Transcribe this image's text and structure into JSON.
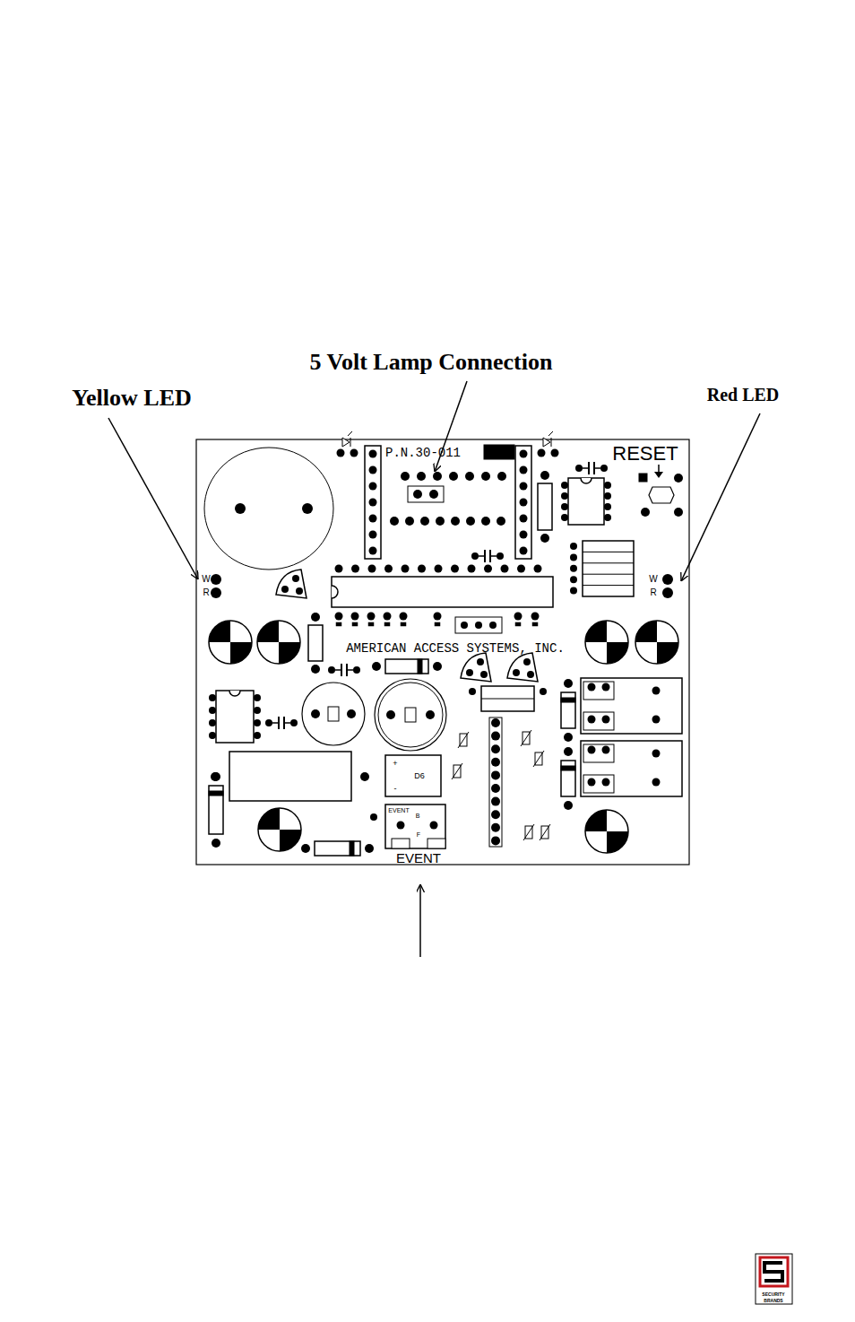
{
  "diagram": {
    "labels": [
      "5 Volt Lamp Connection",
      "Yellow LED",
      "Red LED",
      "P.N.30-011",
      "RESET",
      "W",
      "R",
      "W",
      "R",
      "AMERICAN ACCESS SYSTEMS, INC.",
      "+",
      "D6",
      "-",
      "EVENT",
      "B",
      "F",
      "EVENT",
      "SECURITY",
      "BRANDS"
    ]
  }
}
